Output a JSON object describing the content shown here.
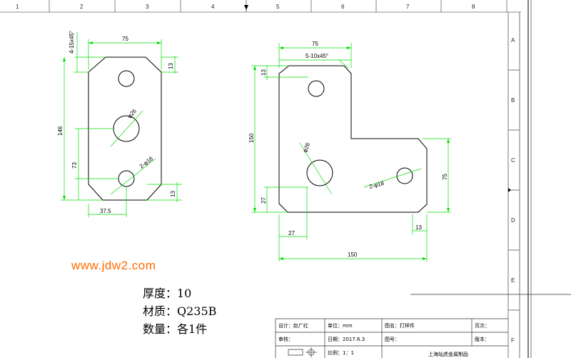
{
  "ruler": {
    "top": [
      "1",
      "2",
      "3",
      "4",
      "5",
      "6",
      "7",
      "8"
    ],
    "right": [
      "A",
      "B",
      "C",
      "D",
      "E",
      "F"
    ]
  },
  "part1": {
    "dims": {
      "top_width": "75",
      "chamfer": "4-15x45°",
      "height": "146",
      "hole_spacing": "73",
      "edge_top": "13",
      "edge_bottom": "13",
      "bottom_offset": "37.5",
      "center_hole": "φ26",
      "small_holes": "2-φ18"
    }
  },
  "part2": {
    "dims": {
      "top_width": "75",
      "chamfer": "5-10x45°",
      "height": "150",
      "top_offset": "13",
      "right_height": "75",
      "bottom_offset": "27",
      "left_offset": "27",
      "right_offset": "13",
      "total_width": "150",
      "big_hole": "φ26",
      "small_holes": "2-φ18"
    }
  },
  "watermark": "www.jdw2.com",
  "notes": {
    "thickness": "厚度：10",
    "material": "材质：Q235B",
    "quantity": "数量：各1件"
  },
  "title_block": {
    "designer": "设计：赵广红",
    "unit": "单位：mm",
    "drawing_name": "图名：打样件",
    "page": "页次：",
    "reviewer": "审核：",
    "date": "日期：2017.6.3",
    "drawing_no": "图号：",
    "version": "版本：",
    "scale": "比例：1：1",
    "company": "上海灿虎金属制品"
  },
  "colors": {
    "line": "#000000",
    "dimension": "#00dd00",
    "watermark": "#ff6a00"
  }
}
